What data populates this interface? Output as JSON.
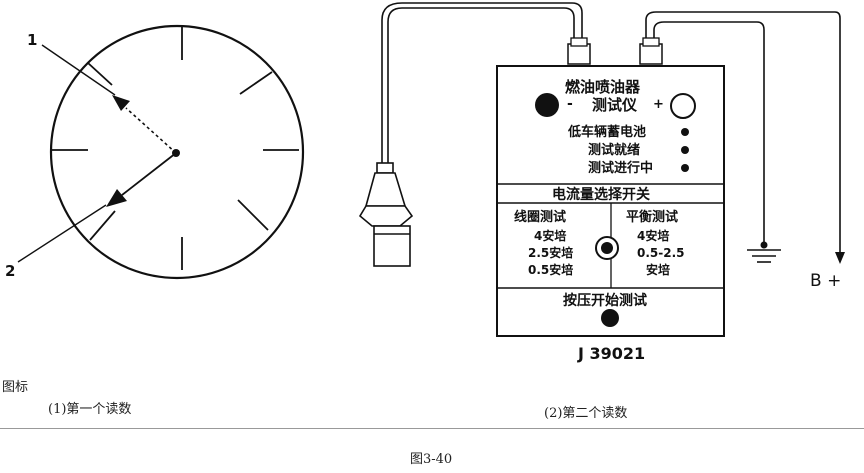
{
  "gauge": {
    "label_1": "1",
    "label_2": "2"
  },
  "tester": {
    "title_line1": "燃油喷油器",
    "title_line2": "测试仪",
    "minus_sign": "-",
    "plus_sign": "+",
    "indicators": [
      "低车辆蓄电池",
      "测试就绪",
      "测试进行中"
    ],
    "selector_title": "电流量选择开关",
    "coil_test": {
      "title": "线圈测试",
      "values": [
        "4安培",
        "2.5安培",
        "0.5安培"
      ]
    },
    "balance_test": {
      "title": "平衡测试",
      "values": [
        "4安培",
        "0.5-2.5",
        "安培"
      ]
    },
    "start_label": "按压开始测试",
    "model": "J 39021"
  },
  "battery_label": "B +",
  "legend": {
    "heading": "图标",
    "item_1": "(1)第一个读数",
    "item_2": "(2)第二个读数"
  },
  "figure_number": "图3-40"
}
